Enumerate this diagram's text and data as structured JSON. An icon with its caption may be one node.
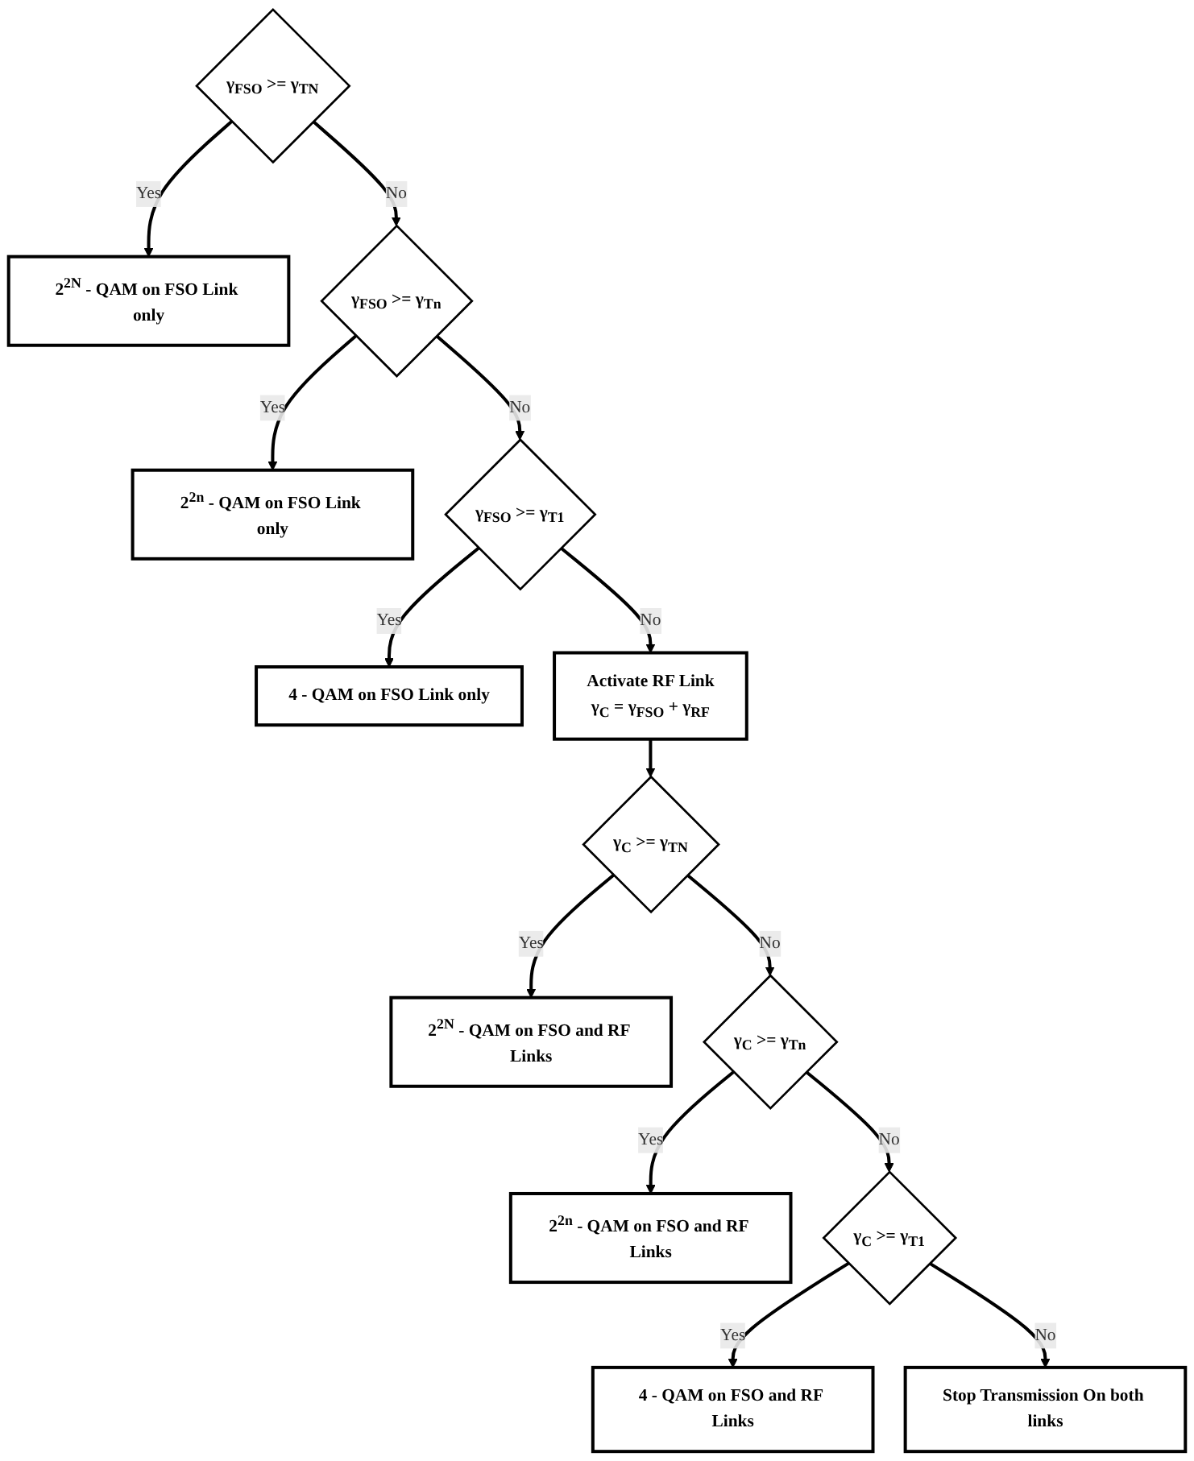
{
  "diagram": {
    "nodes": [
      {
        "text": [
          "2$^{2N}$ - QAM on FSO Link only"
        ]
      },
      {
        "text": [
          "γ$_{FSO}$ >= γ$_{TN}$"
        ]
      },
      {
        "text": [
          "2$^{2n}$ - QAM on FSO Link only"
        ]
      },
      {
        "text": [
          "γ$_{FSO}$ >= γ$_{Tn}$"
        ]
      },
      {
        "text": [
          "4 - QAM on FSO Link only"
        ]
      },
      {
        "text": [
          "γ$_{FSO}$ >= γ$_{T1}$"
        ]
      },
      {
        "text": [
          "Activate RF Link",
          "γ$_{C}$ = γ$_{FSO}$ + γ$_{RF}$"
        ]
      },
      {
        "text": [
          "2$^{2N}$ - QAM on FSO and RF Links"
        ]
      },
      {
        "text": [
          "γ$_{C}$ >= γ$_{TN}$"
        ]
      },
      {
        "text": [
          "2$^{2n}$ - QAM on FSO and RF Links"
        ]
      },
      {
        "text": [
          "γ$_{C}$ >= γ$_{Tn}$"
        ]
      },
      {
        "text": [
          "4 - QAM on FSO and RF Links"
        ]
      },
      {
        "text": [
          "γ$_{C}$ >= γ$_{T1}$"
        ]
      },
      {
        "text": [
          "Stop Transmission On both links"
        ]
      }
    ],
    "edges": [
      {
        "from": 1,
        "to": 0,
        "arrow": "to",
        "label": "Yes"
      },
      {
        "from": 1,
        "to": 3,
        "arrow": "to",
        "label": "No"
      },
      {
        "from": 3,
        "to": 2,
        "arrow": "to",
        "label": "Yes"
      },
      {
        "from": 3,
        "to": 5,
        "arrow": "to",
        "label": "No"
      },
      {
        "from": 5,
        "to": 4,
        "arrow": "to",
        "label": "Yes"
      },
      {
        "from": 5,
        "to": 6,
        "arrow": "to",
        "label": "No"
      },
      {
        "from": 6,
        "to": 8,
        "arrow": "to"
      },
      {
        "from": 8,
        "to": 7,
        "arrow": "to",
        "label": "Yes"
      },
      {
        "from": 8,
        "to": 10,
        "arrow": "to",
        "label": "No"
      },
      {
        "from": 10,
        "to": 9,
        "arrow": "to",
        "label": "Yes"
      },
      {
        "from": 10,
        "to": 12,
        "arrow": "to",
        "label": "No"
      },
      {
        "from": 12,
        "to": 11,
        "arrow": "to",
        "label": "Yes"
      },
      {
        "from": 12,
        "to": 13,
        "arrow": "to",
        "label": "No"
      }
    ]
  }
}
